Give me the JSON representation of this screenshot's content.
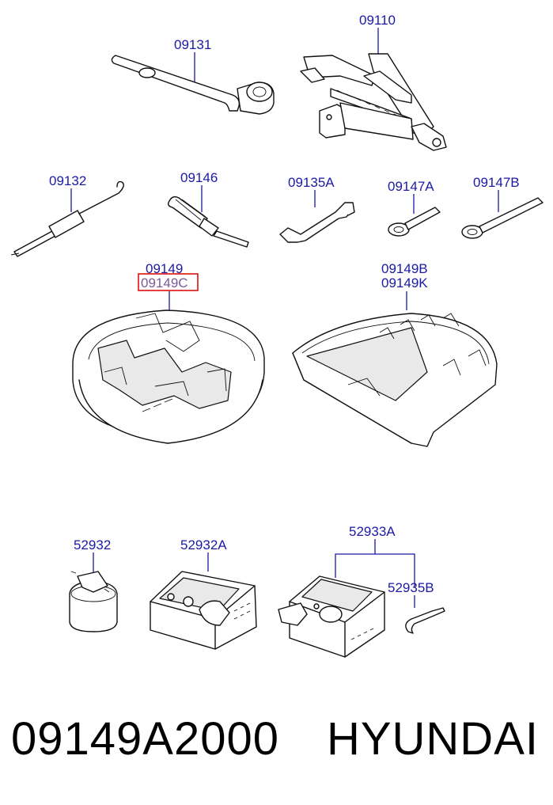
{
  "diagram": {
    "labels": {
      "p09110": "09110",
      "p09131": "09131",
      "p09132": "09132",
      "p09146": "09146",
      "p09135A": "09135A",
      "p09147A": "09147A",
      "p09147B": "09147B",
      "p09149": "09149",
      "p09149C": "09149C",
      "p09149B": "09149B",
      "p09149K": "09149K",
      "p52932": "52932",
      "p52932A": "52932A",
      "p52933A": "52933A",
      "p52935B": "52935B"
    },
    "highlighted_label": "09149C",
    "colors": {
      "label": "#1a1aa6",
      "highlight": "#dd1111"
    }
  },
  "footer": {
    "part_number": "09149A2000",
    "brand": "HYUNDAI"
  }
}
